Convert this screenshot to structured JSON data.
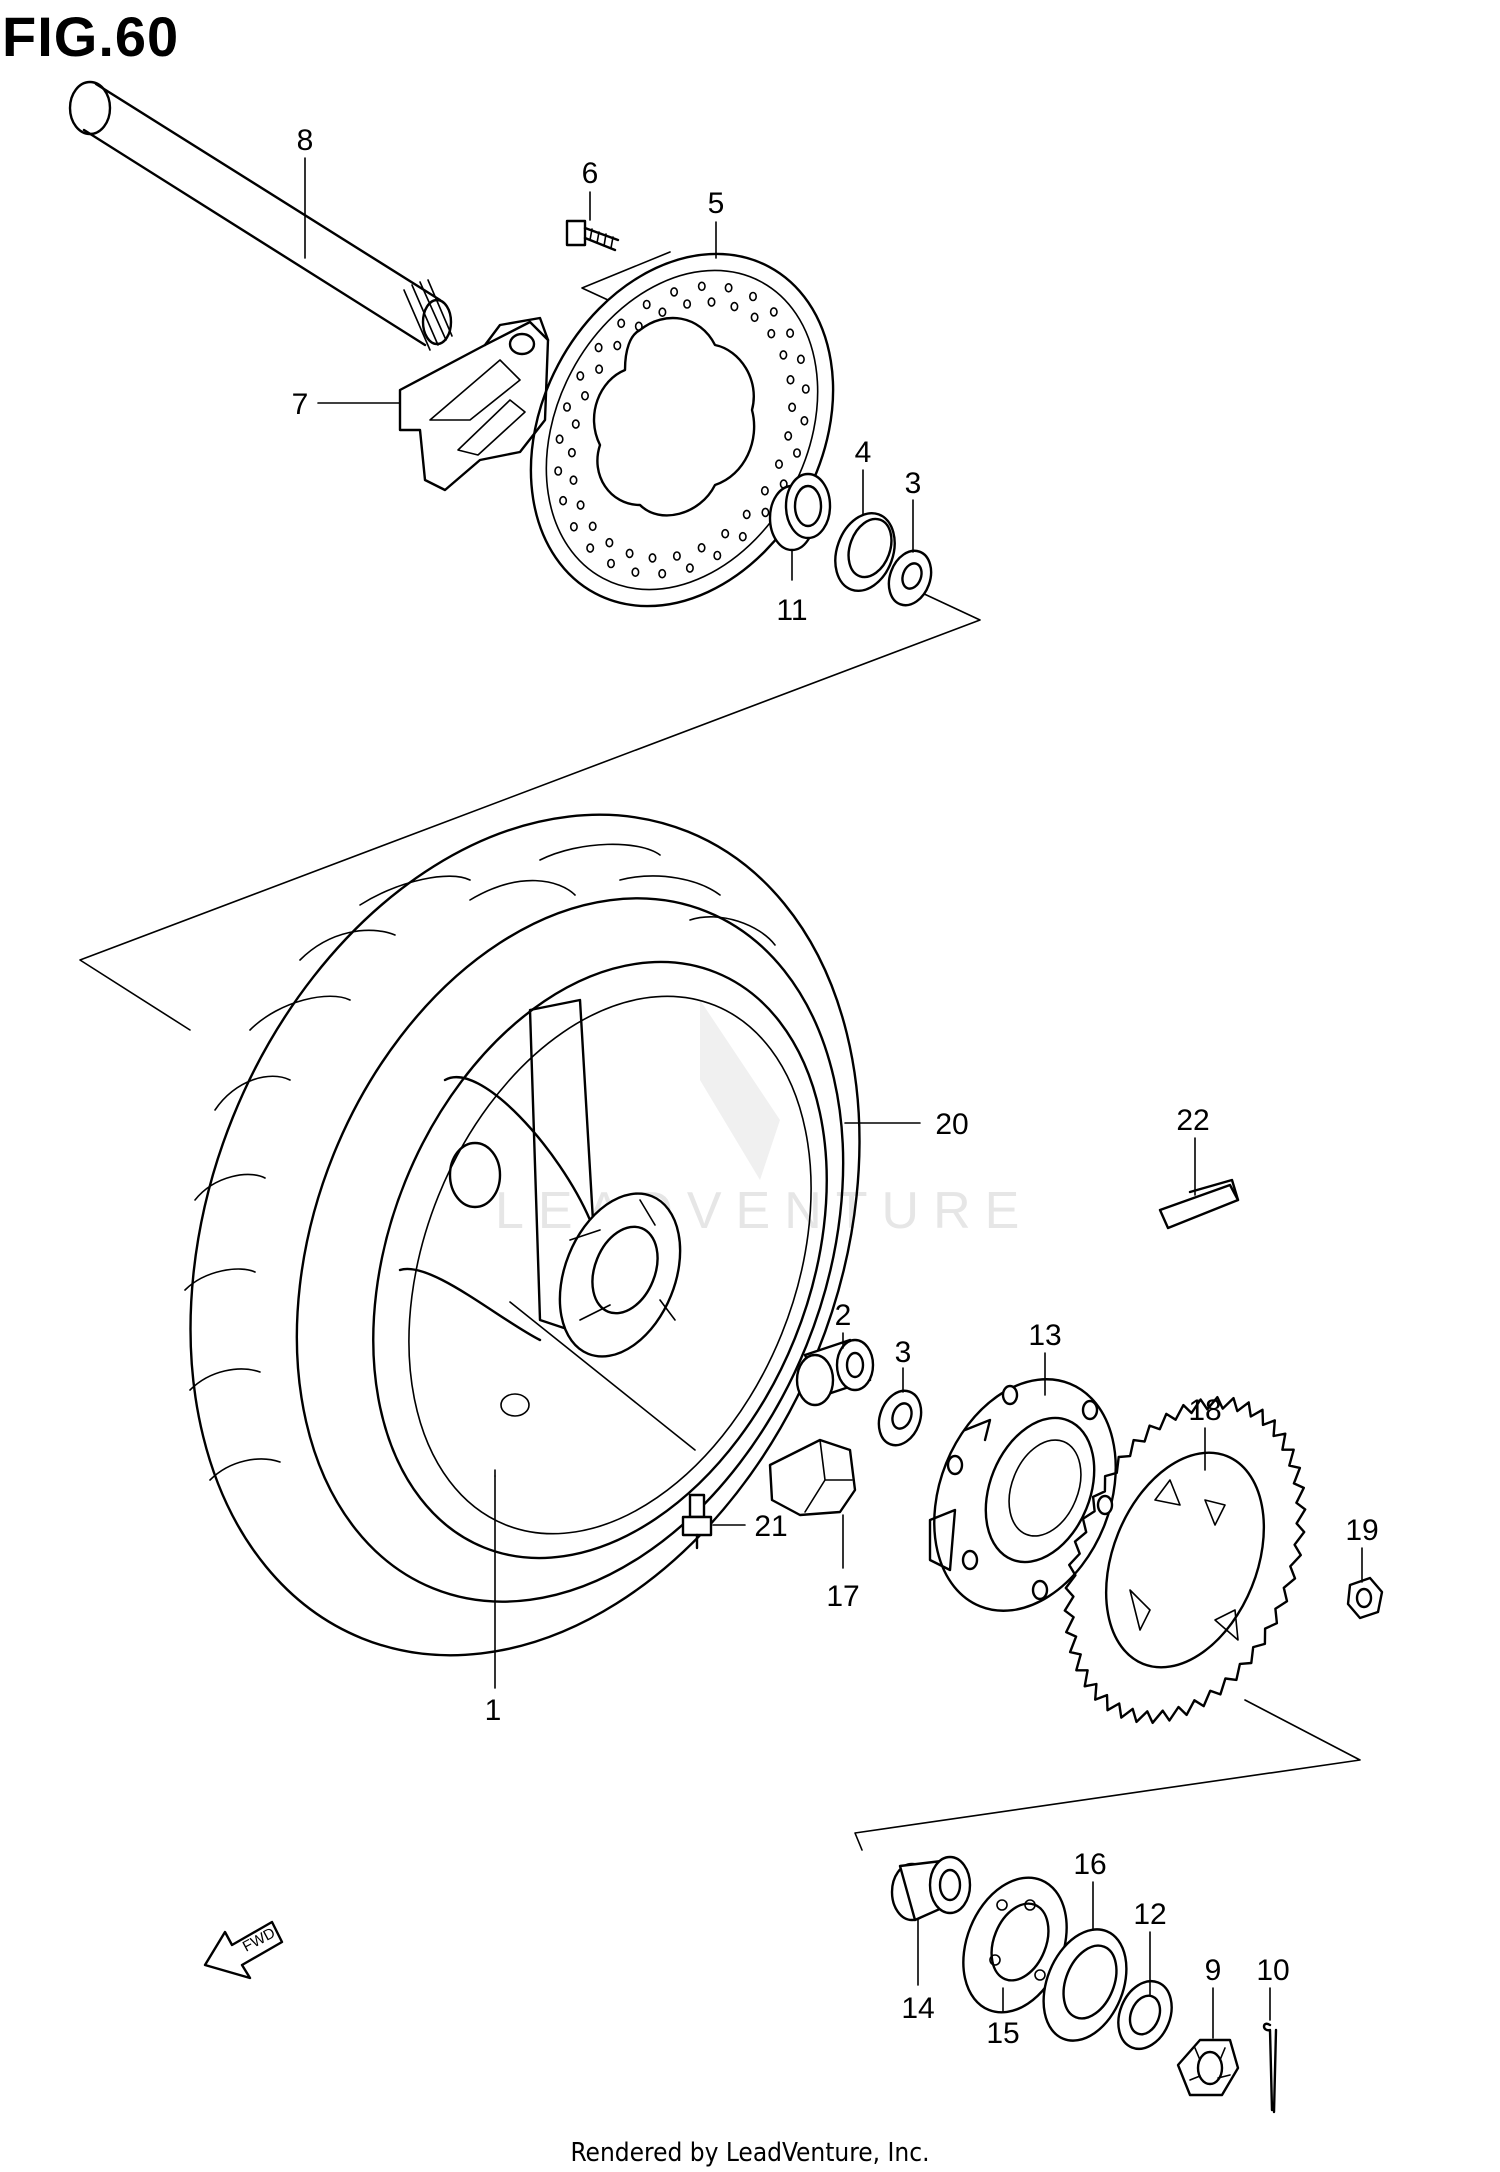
{
  "figure": {
    "title": "FIG.60",
    "footer": "Rendered by LeadVenture, Inc.",
    "watermark": "LEADVENTURE",
    "direction_label": "FWD"
  },
  "callouts": {
    "c1": "1",
    "c2": "2",
    "c3a": "3",
    "c3b": "3",
    "c4": "4",
    "c5": "5",
    "c6": "6",
    "c7": "7",
    "c8": "8",
    "c9": "9",
    "c10": "10",
    "c11": "11",
    "c12": "12",
    "c13": "13",
    "c14": "14",
    "c15": "15",
    "c16": "16",
    "c17": "17",
    "c18": "18",
    "c19": "19",
    "c20": "20",
    "c21": "21",
    "c22": "22"
  },
  "colors": {
    "line": "#000000",
    "background": "#ffffff",
    "watermark": "#e6e6e6"
  }
}
